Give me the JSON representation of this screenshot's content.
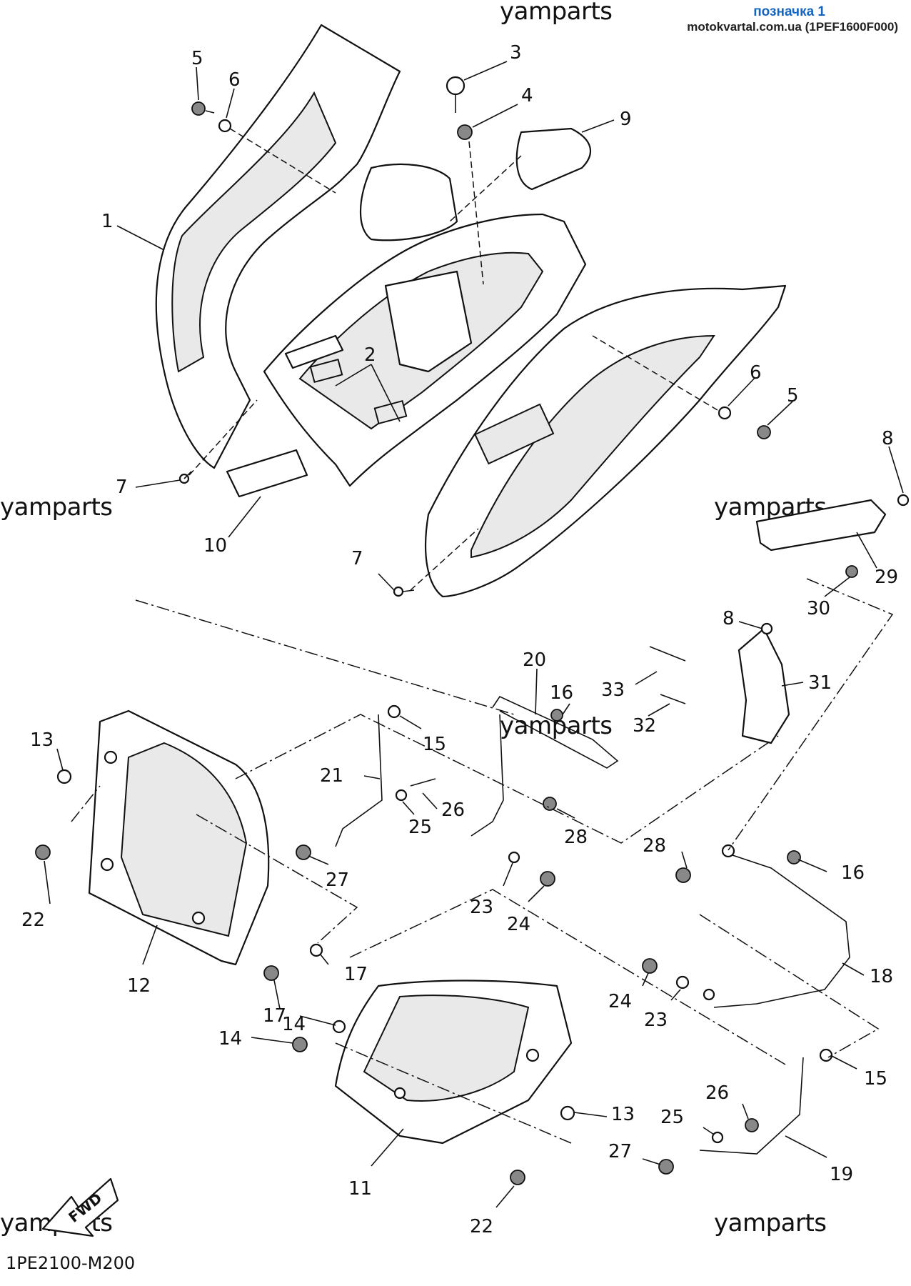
{
  "header": {
    "label": "позначка 1",
    "source": "motokvartal.com.ua (1PEF1600F000)"
  },
  "watermarks": [
    "yamparts",
    "yamparts",
    "yamparts",
    "yamparts",
    "yamparts",
    "yamparts"
  ],
  "diagram_code": "1PE2100-M200",
  "fwd_badge": "FWD",
  "callouts": [
    "1",
    "2",
    "3",
    "4",
    "5",
    "6",
    "9",
    "7",
    "10",
    "5",
    "6",
    "8",
    "29",
    "30",
    "7",
    "8",
    "20",
    "31",
    "33",
    "16",
    "32",
    "13",
    "15",
    "21",
    "26",
    "25",
    "28",
    "27",
    "22",
    "23",
    "24",
    "12",
    "17",
    "14",
    "28",
    "16",
    "18",
    "24",
    "23",
    "17",
    "14",
    "15",
    "26",
    "13",
    "25",
    "27",
    "19",
    "11",
    "22"
  ]
}
